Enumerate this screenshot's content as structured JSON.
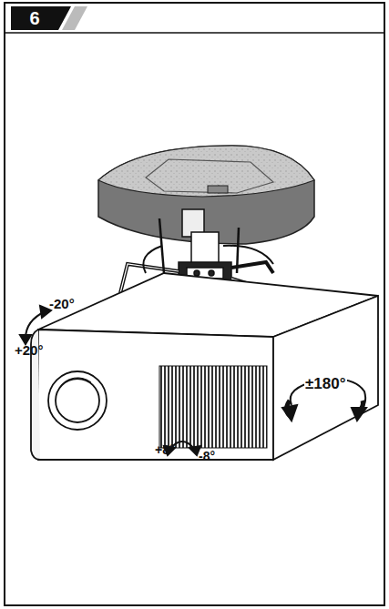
{
  "diagram": {
    "nodes": [
      {
        "text": [
          "6"
        ]
      }
    ],
    "labels": [
      "-20°",
      "+20°",
      "±180°",
      "+8°",
      "-8°"
    ]
  }
}
